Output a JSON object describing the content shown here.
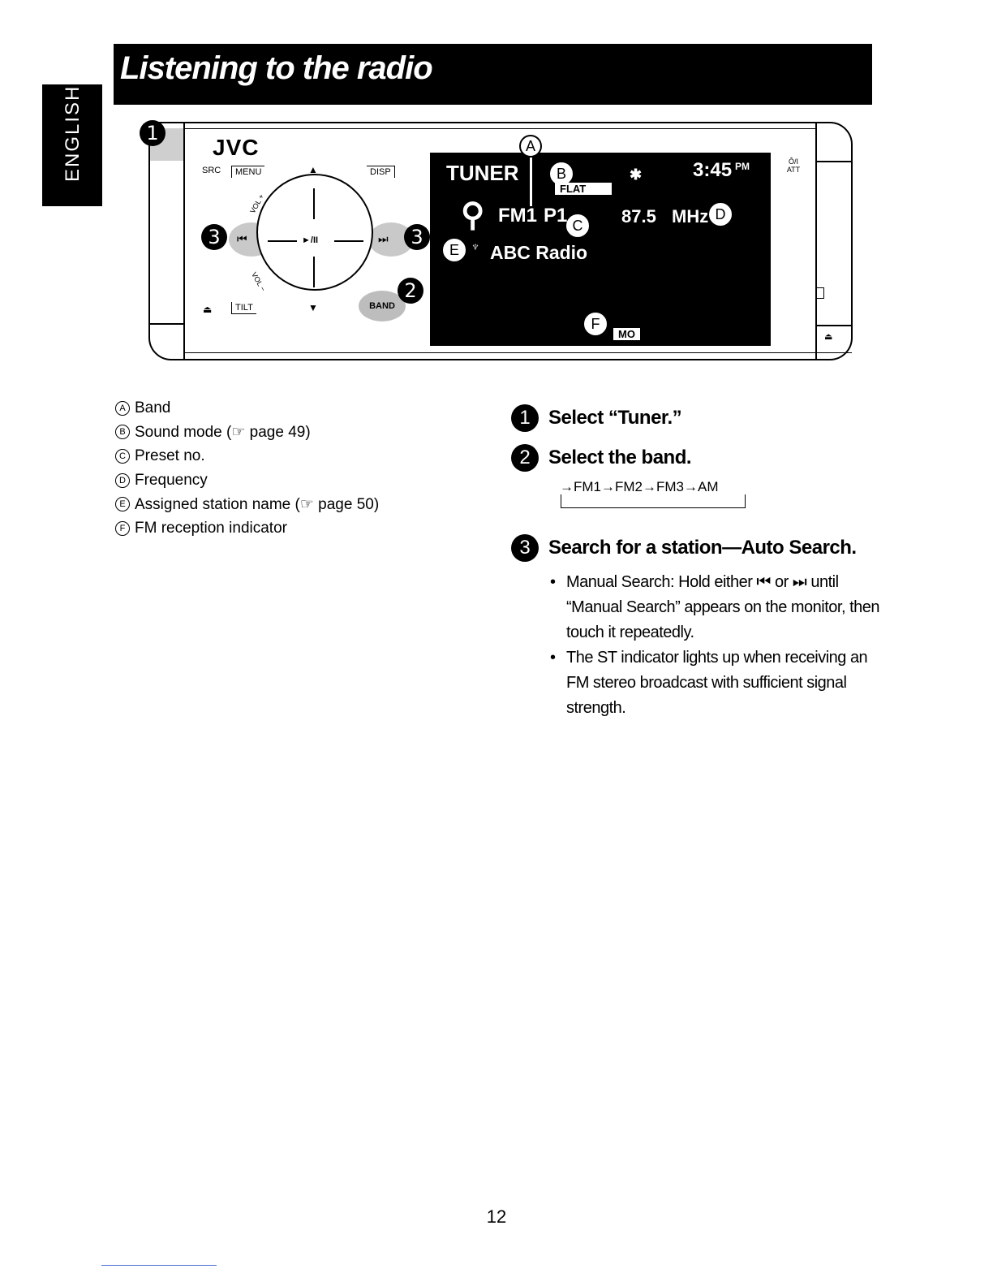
{
  "header": {
    "title": "Listening to the radio",
    "language_tab": "ENGLISH"
  },
  "device": {
    "brand": "JVC",
    "src_label": "SRC",
    "menu_label": "MENU",
    "disp_label": "DISP",
    "tilt_label": "TILT",
    "band_label": "BAND",
    "vol_plus_label": "VOL +",
    "vol_minus_label": "VOL −",
    "play_pause_label": "►/II",
    "power_att_label": "Ô/I ATT",
    "step_badges": [
      "1",
      "2",
      "3",
      "3"
    ],
    "screen": {
      "source": "TUNER",
      "sound_mode": "FLAT",
      "time": "3:45",
      "time_suffix": "PM",
      "band": "FM1",
      "preset": "P1",
      "frequency": "87.5",
      "frequency_unit": "MHz",
      "station_name": "ABC Radio",
      "reception": "MO",
      "callouts": [
        "A",
        "B",
        "C",
        "D",
        "E",
        "F"
      ]
    }
  },
  "legend": [
    {
      "letter": "A",
      "text": "Band"
    },
    {
      "letter": "B",
      "text": "Sound mode (☞ page 49)"
    },
    {
      "letter": "C",
      "text": "Preset no."
    },
    {
      "letter": "D",
      "text": "Frequency"
    },
    {
      "letter": "E",
      "text": "Assigned station name (☞ page 50)"
    },
    {
      "letter": "F",
      "text": "FM reception indicator"
    }
  ],
  "steps": [
    {
      "num": "1",
      "title": "Select “Tuner.”"
    },
    {
      "num": "2",
      "title": "Select the band."
    },
    {
      "num": "3",
      "title": "Search for a station—Auto Search."
    }
  ],
  "band_cycle": "→FM1→FM2→FM3→AM",
  "bullets": [
    "Manual Search: Hold either ⏮ or ⏭ until “Manual Search” appears on the monitor, then touch it repeatedly.",
    "The ST indicator lights up when receiving an FM stereo broadcast with sufficient signal strength."
  ],
  "page_number": "12"
}
